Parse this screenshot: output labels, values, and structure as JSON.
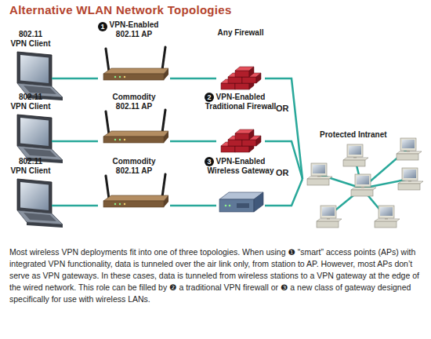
{
  "diagram": {
    "title": "Alternative WLAN Network Topologies",
    "caption": "Most wireless VPN deployments fit into one of three topologies. When using ❶ “smart” access points (APs) with integrated VPN functionality, data is tunneled over the air link only, from station to AP. However, most APs don’t serve as VPN gateways. In these cases, data is tunneled from wireless stations to a VPN gateway at the edge of the wired network. This role can be filled by ❷ a traditional VPN firewall or ❸ a new class of gateway designed specifically for use with wireless LANs.",
    "nodes": [
      {
        "text": [
          "802.11 VPN Client"
        ]
      },
      {
        "text": [
          "VPN-Enabled 802.11 AP"
        ]
      },
      {
        "text": [
          "Any Firewall"
        ]
      },
      {
        "text": [
          "802.11 VPN Client"
        ]
      },
      {
        "text": [
          "Commodity 802.11 AP"
        ]
      },
      {
        "text": [
          "VPN-Enabled Traditional Firewall"
        ]
      },
      {
        "text": [
          "802.11 VPN Client"
        ]
      },
      {
        "text": [
          "Commodity 802.11 AP"
        ]
      },
      {
        "text": [
          "VPN-Enabled Wireless Gateway"
        ]
      },
      {
        "text": [
          "Protected Intranet"
        ]
      }
    ],
    "edges": [
      {
        "from": 0,
        "to": 1,
        "arrow": "none"
      },
      {
        "from": 1,
        "to": 2,
        "arrow": "none"
      },
      {
        "from": 2,
        "to": 9,
        "arrow": "none"
      },
      {
        "from": 3,
        "to": 4,
        "arrow": "none"
      },
      {
        "from": 4,
        "to": 5,
        "arrow": "none"
      },
      {
        "from": 5,
        "to": 9,
        "arrow": "none"
      },
      {
        "from": 6,
        "to": 7,
        "arrow": "none"
      },
      {
        "from": 7,
        "to": 8,
        "arrow": "none"
      },
      {
        "from": 8,
        "to": 9,
        "arrow": "none"
      }
    ],
    "labels": [
      "1",
      "2",
      "OR",
      "3",
      "OR"
    ]
  }
}
